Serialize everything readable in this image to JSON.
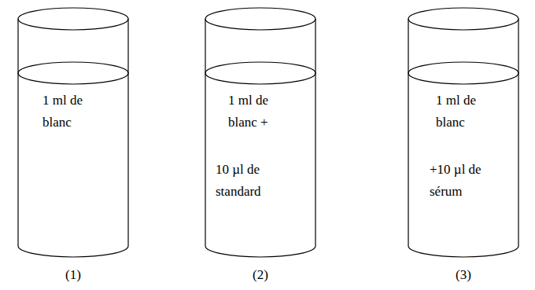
{
  "diagram": {
    "nodes": [
      {
        "text": [
          "1 ml de blanc"
        ]
      },
      {
        "text": [
          "1 ml de blanc +",
          "10 µl de standard"
        ]
      },
      {
        "text": [
          "1 ml de blanc",
          "+10 µl de sérum"
        ]
      }
    ],
    "labels": [
      "(1)",
      "(2)",
      "(3)"
    ]
  }
}
